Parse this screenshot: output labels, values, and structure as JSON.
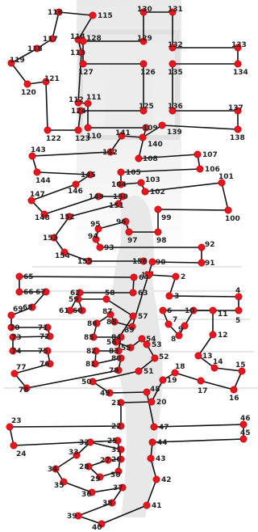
{
  "puzzle": {
    "kind": "connect-the-dots",
    "dot_color": "#e8141e",
    "line_color": "#111111",
    "start_marker": "heart",
    "dot_labels": [
      "1",
      "2",
      "3",
      "4",
      "5",
      "6",
      "7",
      "8",
      "9",
      "10",
      "11",
      "12",
      "13",
      "14",
      "15",
      "16",
      "17",
      "18",
      "19",
      "20",
      "21",
      "22",
      "23",
      "24",
      "25",
      "26",
      "27",
      "28",
      "29",
      "30",
      "31",
      "32",
      "33",
      "34",
      "35",
      "36",
      "37",
      "38",
      "39",
      "40",
      "41",
      "42",
      "43",
      "44",
      "45",
      "46",
      "47",
      "48",
      "49",
      "50",
      "51",
      "52",
      "53",
      "54",
      "55",
      "56",
      "57",
      "58",
      "59",
      "60",
      "61",
      "62",
      "63",
      "64",
      "65",
      "66",
      "67",
      "68",
      "69",
      "70",
      "71",
      "72",
      "73",
      "74",
      "75",
      "76",
      "77",
      "78",
      "79",
      "80",
      "81",
      "82",
      "83",
      "84",
      "85",
      "86",
      "87",
      "88",
      "89",
      "90",
      "91",
      "92",
      "93",
      "94",
      "95",
      "96",
      "97",
      "98",
      "99",
      "100",
      "101",
      "102",
      "103",
      "104",
      "105",
      "106",
      "107",
      "108",
      "109",
      "110",
      "111",
      "112",
      "113",
      "114",
      "115",
      "116",
      "117",
      "118",
      "119",
      "120",
      "121",
      "122",
      "123",
      "124",
      "125",
      "126",
      "127",
      "128",
      "129",
      "130",
      "131",
      "132",
      "133",
      "134",
      "135",
      "136",
      "137",
      "138",
      "139",
      "140",
      "141",
      "142",
      "143",
      "144",
      "145",
      "146",
      "147",
      "148",
      "149",
      "150",
      "151",
      "152",
      "153",
      "154",
      "155",
      "156"
    ]
  }
}
